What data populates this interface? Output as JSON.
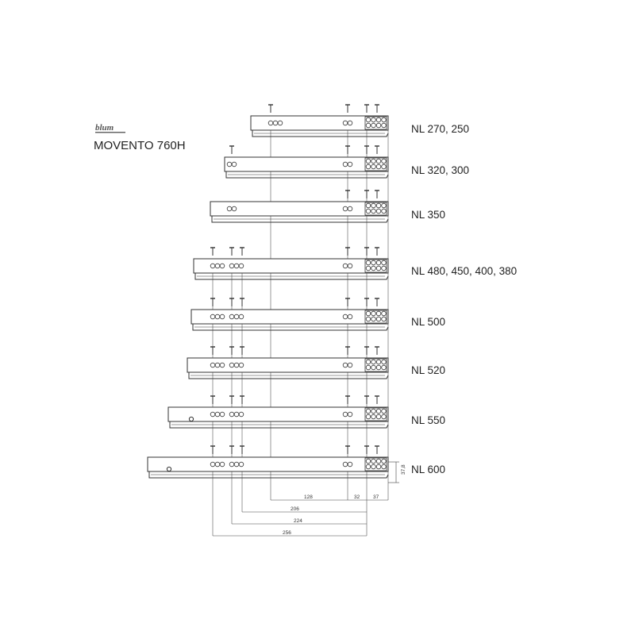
{
  "header": {
    "logo_text": "blum",
    "product_title": "MOVENTO 760H"
  },
  "runners": [
    {
      "label": "NL 270, 250"
    },
    {
      "label": "NL 320, 300"
    },
    {
      "label": "NL 350"
    },
    {
      "label": "NL 480, 450, 400, 380"
    },
    {
      "label": "NL 500"
    },
    {
      "label": "NL 520"
    },
    {
      "label": "NL 550"
    },
    {
      "label": "NL 600"
    }
  ],
  "dimensions": {
    "d128": "128",
    "d32": "32",
    "d37": "37",
    "d206": "206",
    "d224": "224",
    "d256": "256",
    "height": "37,8"
  },
  "colors": {
    "line": "#333333",
    "label": "#222222"
  }
}
